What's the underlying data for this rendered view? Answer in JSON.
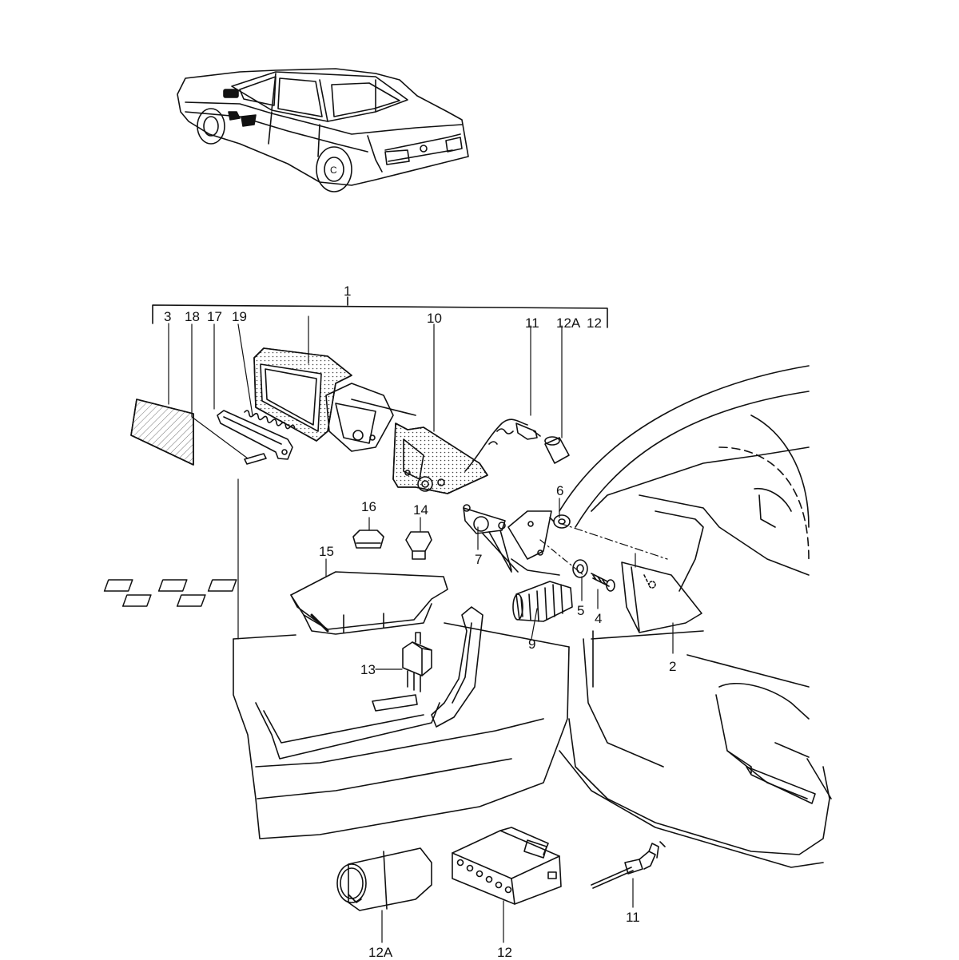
{
  "diagram": {
    "ink_color": "#111111",
    "background": "#ffffff",
    "callouts": {
      "c1": "1",
      "c2": "2",
      "c3": "3",
      "c4": "4",
      "c5": "5",
      "c6": "6",
      "c7": "7",
      "c9": "9",
      "c10": "10",
      "c11_top": "11",
      "c11_bottom": "11",
      "c12_top": "12",
      "c12_bottom": "12",
      "c12a_top": "12A",
      "c12a_bottom": "12A",
      "c13": "13",
      "c14": "14",
      "c15": "15",
      "c16": "16",
      "c17": "17",
      "c18": "18",
      "c19": "19"
    }
  }
}
